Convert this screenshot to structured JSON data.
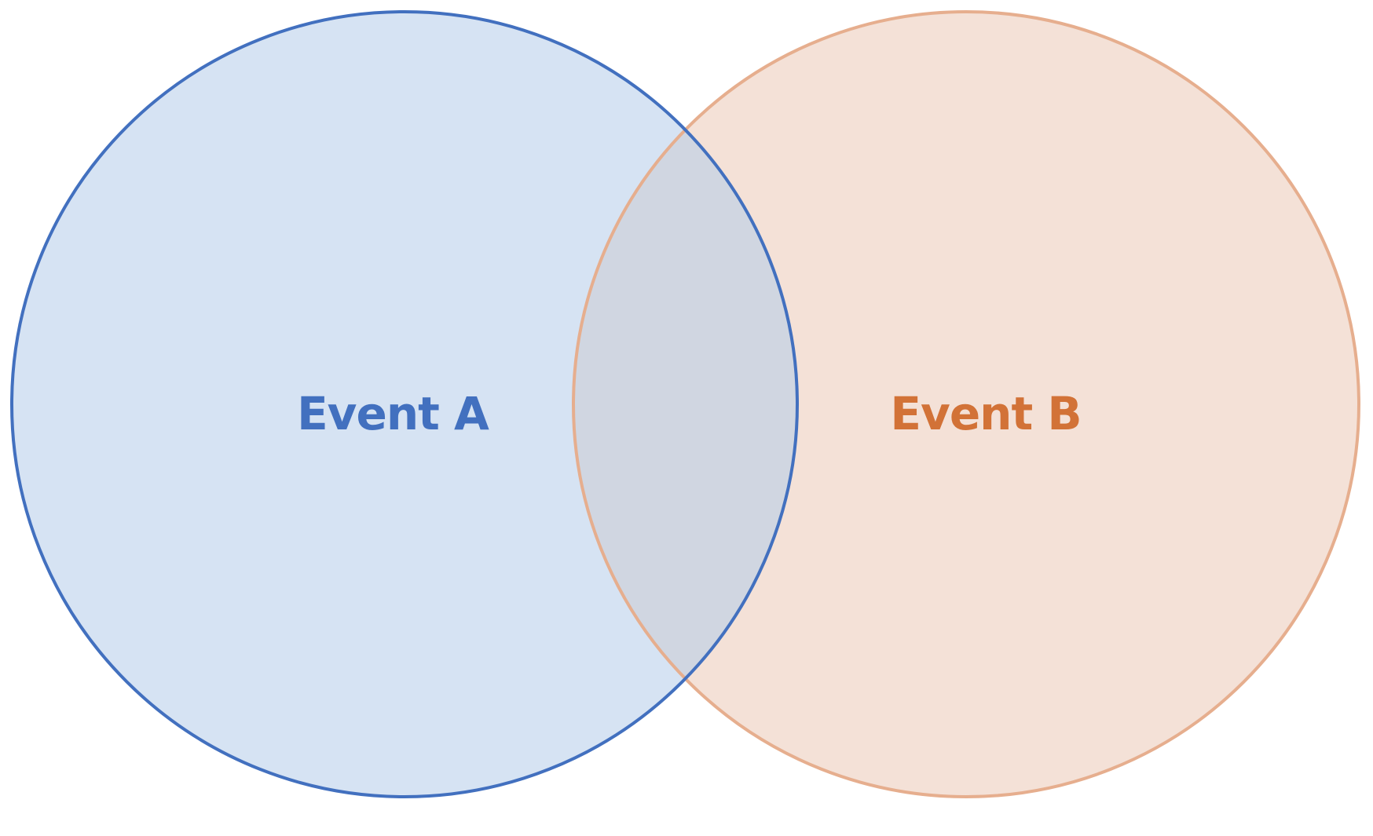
{
  "diagram": {
    "type": "venn",
    "sets": [
      {
        "id": "a",
        "label": "Event A",
        "fill_color": "#d6e3f3",
        "stroke_color": "#4270bf",
        "label_color": "#4270bf"
      },
      {
        "id": "b",
        "label": "Event B",
        "fill_color": "#f4e1d7",
        "stroke_color": "#e6ae8e",
        "label_color": "#d27237"
      }
    ],
    "overlap_color": "#d0d6e1",
    "background_color": "#ffffff"
  }
}
